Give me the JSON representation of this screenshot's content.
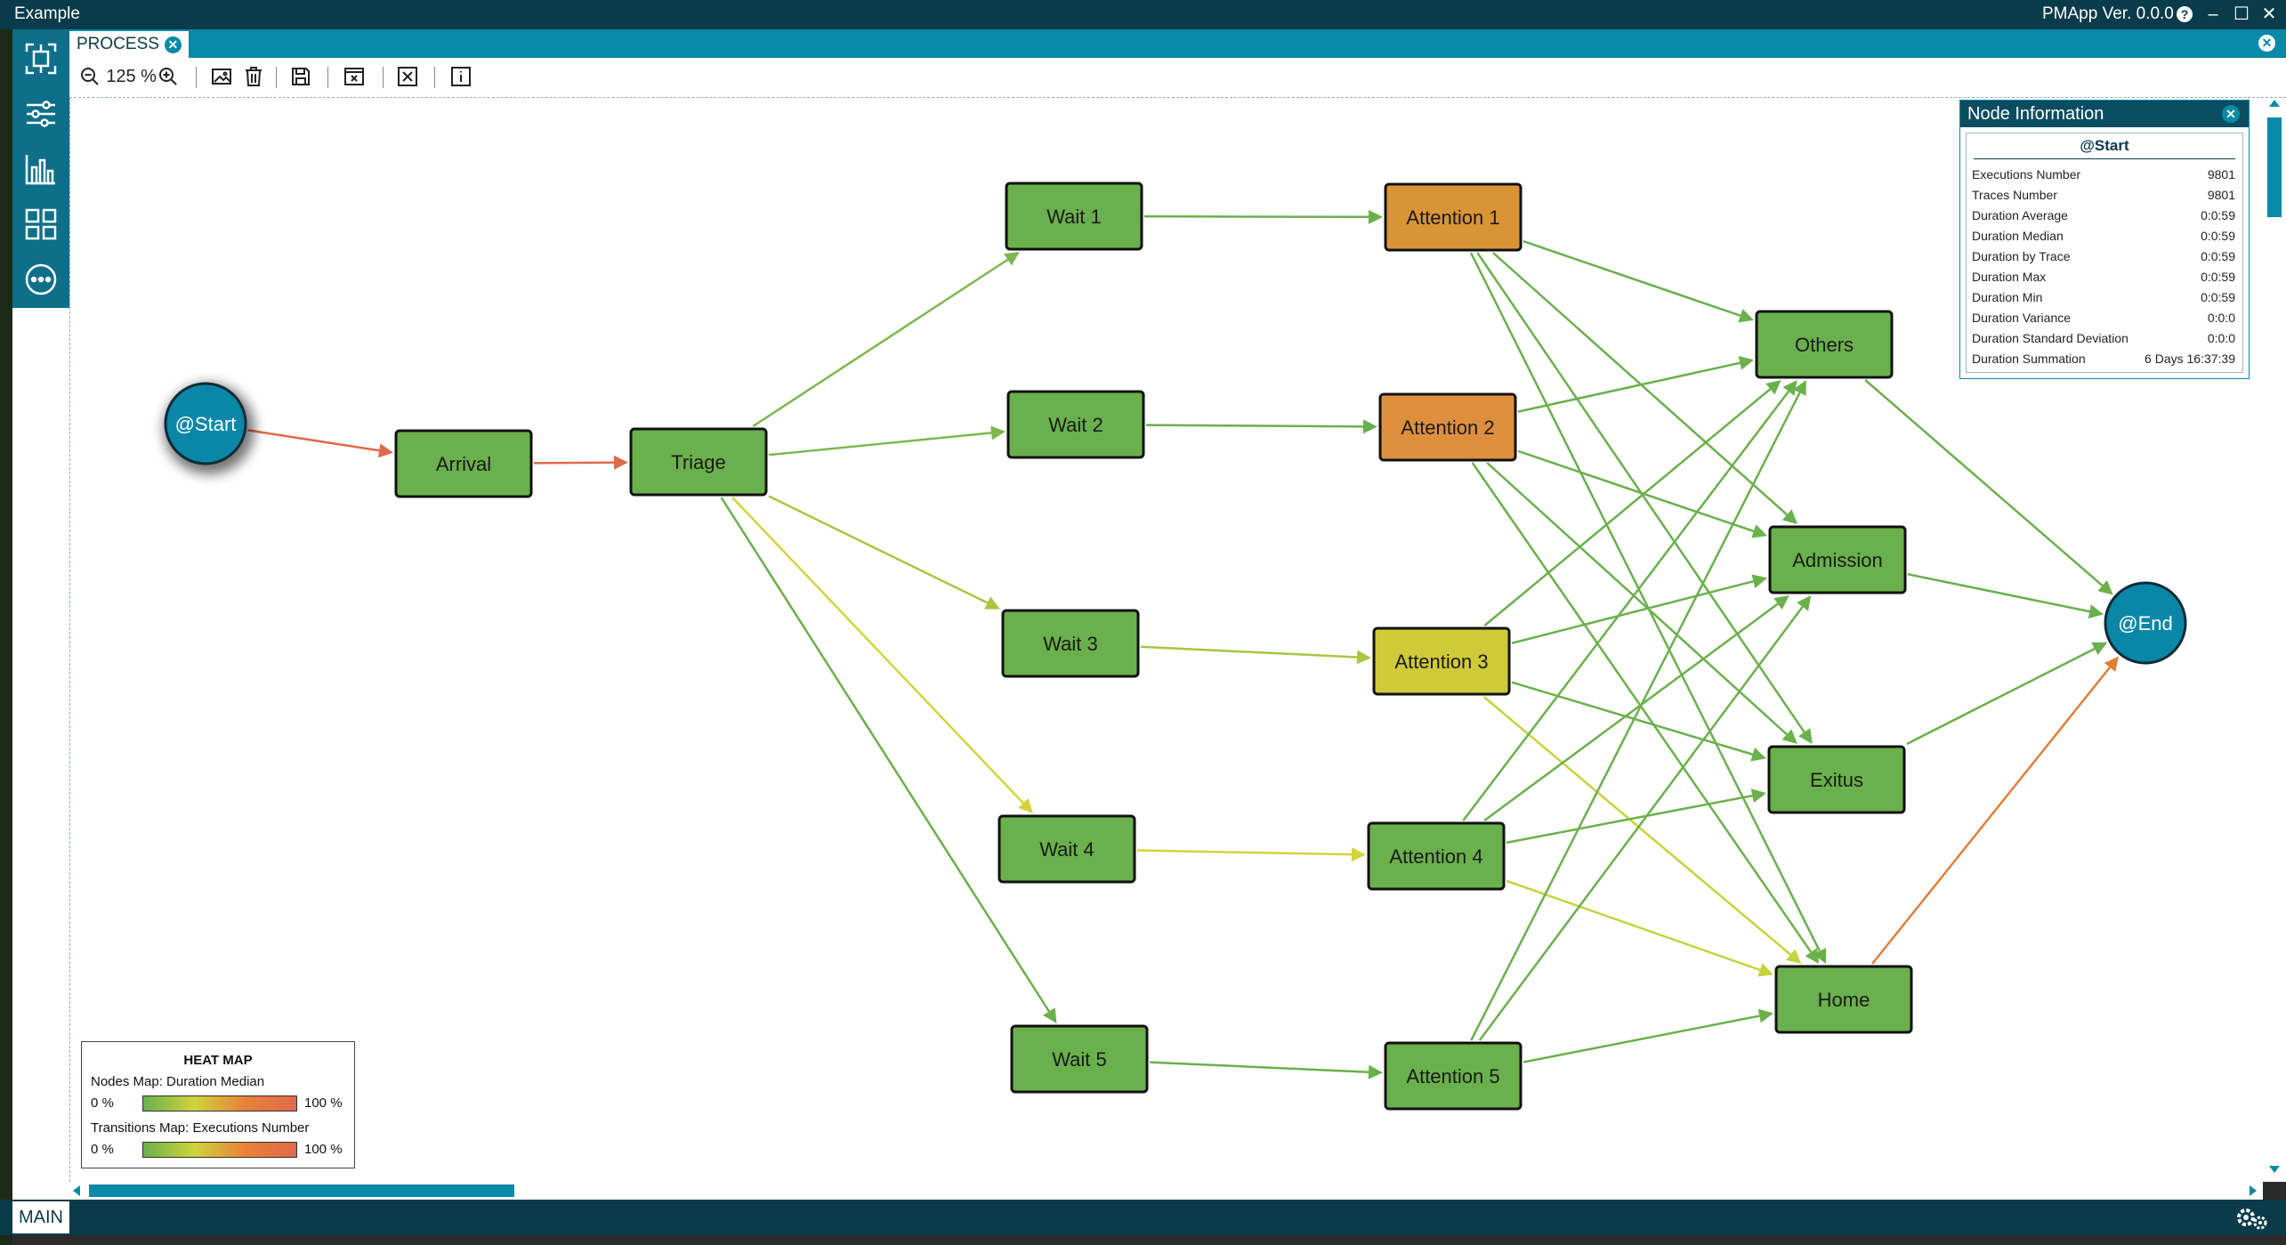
{
  "app": {
    "title": "Example",
    "version": "PMApp Ver. 0.0.0"
  },
  "window_controls": {
    "help": "?",
    "minimize": "–",
    "maximize": "☐",
    "close": "✕"
  },
  "sidebar": {
    "items": [
      {
        "name": "process-map-icon"
      },
      {
        "name": "filters-icon"
      },
      {
        "name": "statistics-icon"
      },
      {
        "name": "dashboard-grid-icon"
      },
      {
        "name": "more-icon"
      }
    ]
  },
  "tabs": [
    {
      "label": "PROCESS",
      "active": true
    }
  ],
  "toolbar": {
    "zoom_value": "125",
    "zoom_unit": "%"
  },
  "graph": {
    "nodes": [
      {
        "id": "start",
        "label": "@Start",
        "shape": "circle",
        "color": "#0a87a8"
      },
      {
        "id": "arrival",
        "label": "Arrival",
        "shape": "box",
        "color": "#6ab04c"
      },
      {
        "id": "triage",
        "label": "Triage",
        "shape": "box",
        "color": "#6ab04c"
      },
      {
        "id": "wait1",
        "label": "Wait 1",
        "shape": "box",
        "color": "#6ab04c"
      },
      {
        "id": "wait2",
        "label": "Wait 2",
        "shape": "box",
        "color": "#6ab04c"
      },
      {
        "id": "wait3",
        "label": "Wait 3",
        "shape": "box",
        "color": "#6ab04c"
      },
      {
        "id": "wait4",
        "label": "Wait 4",
        "shape": "box",
        "color": "#6ab04c"
      },
      {
        "id": "wait5",
        "label": "Wait 5",
        "shape": "box",
        "color": "#6ab04c"
      },
      {
        "id": "att1",
        "label": "Attention 1",
        "shape": "box",
        "color": "#d99436"
      },
      {
        "id": "att2",
        "label": "Attention 2",
        "shape": "box",
        "color": "#de8f3e"
      },
      {
        "id": "att3",
        "label": "Attention 3",
        "shape": "box",
        "color": "#cfca37"
      },
      {
        "id": "att4",
        "label": "Attention 4",
        "shape": "box",
        "color": "#6ab04c"
      },
      {
        "id": "att5",
        "label": "Attention 5",
        "shape": "box",
        "color": "#6ab04c"
      },
      {
        "id": "others",
        "label": "Others",
        "shape": "box",
        "color": "#6ab04c"
      },
      {
        "id": "admission",
        "label": "Admission",
        "shape": "box",
        "color": "#6ab04c"
      },
      {
        "id": "exitus",
        "label": "Exitus",
        "shape": "box",
        "color": "#6ab04c"
      },
      {
        "id": "home",
        "label": "Home",
        "shape": "box",
        "color": "#6ab04c"
      },
      {
        "id": "end",
        "label": "@End",
        "shape": "circle",
        "color": "#0a87a8"
      }
    ],
    "edges": [
      {
        "from": "start",
        "to": "arrival",
        "color": "#e06a4a"
      },
      {
        "from": "arrival",
        "to": "triage",
        "color": "#e06a4a"
      },
      {
        "from": "triage",
        "to": "wait1",
        "color": "#7db84f"
      },
      {
        "from": "triage",
        "to": "wait2",
        "color": "#7db84f"
      },
      {
        "from": "triage",
        "to": "wait3",
        "color": "#a9c640"
      },
      {
        "from": "triage",
        "to": "wait4",
        "color": "#d4d43a"
      },
      {
        "from": "triage",
        "to": "wait5",
        "color": "#6ab04c"
      },
      {
        "from": "wait1",
        "to": "att1",
        "color": "#6ab04c"
      },
      {
        "from": "wait2",
        "to": "att2",
        "color": "#6ab04c"
      },
      {
        "from": "wait3",
        "to": "att3",
        "color": "#a9c640"
      },
      {
        "from": "wait4",
        "to": "att4",
        "color": "#d4d43a"
      },
      {
        "from": "wait5",
        "to": "att5",
        "color": "#6ab04c"
      },
      {
        "from": "att1",
        "to": "others",
        "color": "#6ab04c"
      },
      {
        "from": "att1",
        "to": "admission",
        "color": "#6ab04c"
      },
      {
        "from": "att1",
        "to": "exitus",
        "color": "#6ab04c"
      },
      {
        "from": "att1",
        "to": "home",
        "color": "#6ab04c"
      },
      {
        "from": "att2",
        "to": "others",
        "color": "#6ab04c"
      },
      {
        "from": "att2",
        "to": "admission",
        "color": "#6ab04c"
      },
      {
        "from": "att2",
        "to": "exitus",
        "color": "#6ab04c"
      },
      {
        "from": "att2",
        "to": "home",
        "color": "#6ab04c"
      },
      {
        "from": "att3",
        "to": "others",
        "color": "#6ab04c"
      },
      {
        "from": "att3",
        "to": "admission",
        "color": "#6ab04c"
      },
      {
        "from": "att3",
        "to": "exitus",
        "color": "#6ab04c"
      },
      {
        "from": "att3",
        "to": "home",
        "color": "#c8d23c"
      },
      {
        "from": "att4",
        "to": "others",
        "color": "#6ab04c"
      },
      {
        "from": "att4",
        "to": "admission",
        "color": "#6ab04c"
      },
      {
        "from": "att4",
        "to": "exitus",
        "color": "#6ab04c"
      },
      {
        "from": "att4",
        "to": "home",
        "color": "#c8d23c"
      },
      {
        "from": "att5",
        "to": "others",
        "color": "#6ab04c"
      },
      {
        "from": "att5",
        "to": "admission",
        "color": "#6ab04c"
      },
      {
        "from": "att5",
        "to": "home",
        "color": "#6ab04c"
      },
      {
        "from": "others",
        "to": "end",
        "color": "#6ab04c"
      },
      {
        "from": "admission",
        "to": "end",
        "color": "#6ab04c"
      },
      {
        "from": "exitus",
        "to": "end",
        "color": "#6ab04c"
      },
      {
        "from": "home",
        "to": "end",
        "color": "#de7f3a"
      }
    ]
  },
  "node_info": {
    "title": "Node Information",
    "node": "@Start",
    "rows": [
      {
        "label": "Executions Number",
        "value": "9801"
      },
      {
        "label": "Traces Number",
        "value": "9801"
      },
      {
        "label": "Duration Average",
        "value": "0:0:59"
      },
      {
        "label": "Duration Median",
        "value": "0:0:59"
      },
      {
        "label": "Duration by Trace",
        "value": "0:0:59"
      },
      {
        "label": "Duration Max",
        "value": "0:0:59"
      },
      {
        "label": "Duration Min",
        "value": "0:0:59"
      },
      {
        "label": "Duration Variance",
        "value": "0:0:0"
      },
      {
        "label": "Duration Standard Deviation",
        "value": "0:0:0"
      },
      {
        "label": "Duration Summation",
        "value": "6 Days 16:37:39"
      }
    ]
  },
  "legend": {
    "title": "HEAT MAP",
    "nodes_label": "Nodes Map:",
    "nodes_metric": "Duration Median",
    "transitions_label": "Transitions Map:",
    "transitions_metric": "Executions Number",
    "min": "0 %",
    "max": "100 %"
  },
  "bottom": {
    "main_label": "MAIN"
  }
}
